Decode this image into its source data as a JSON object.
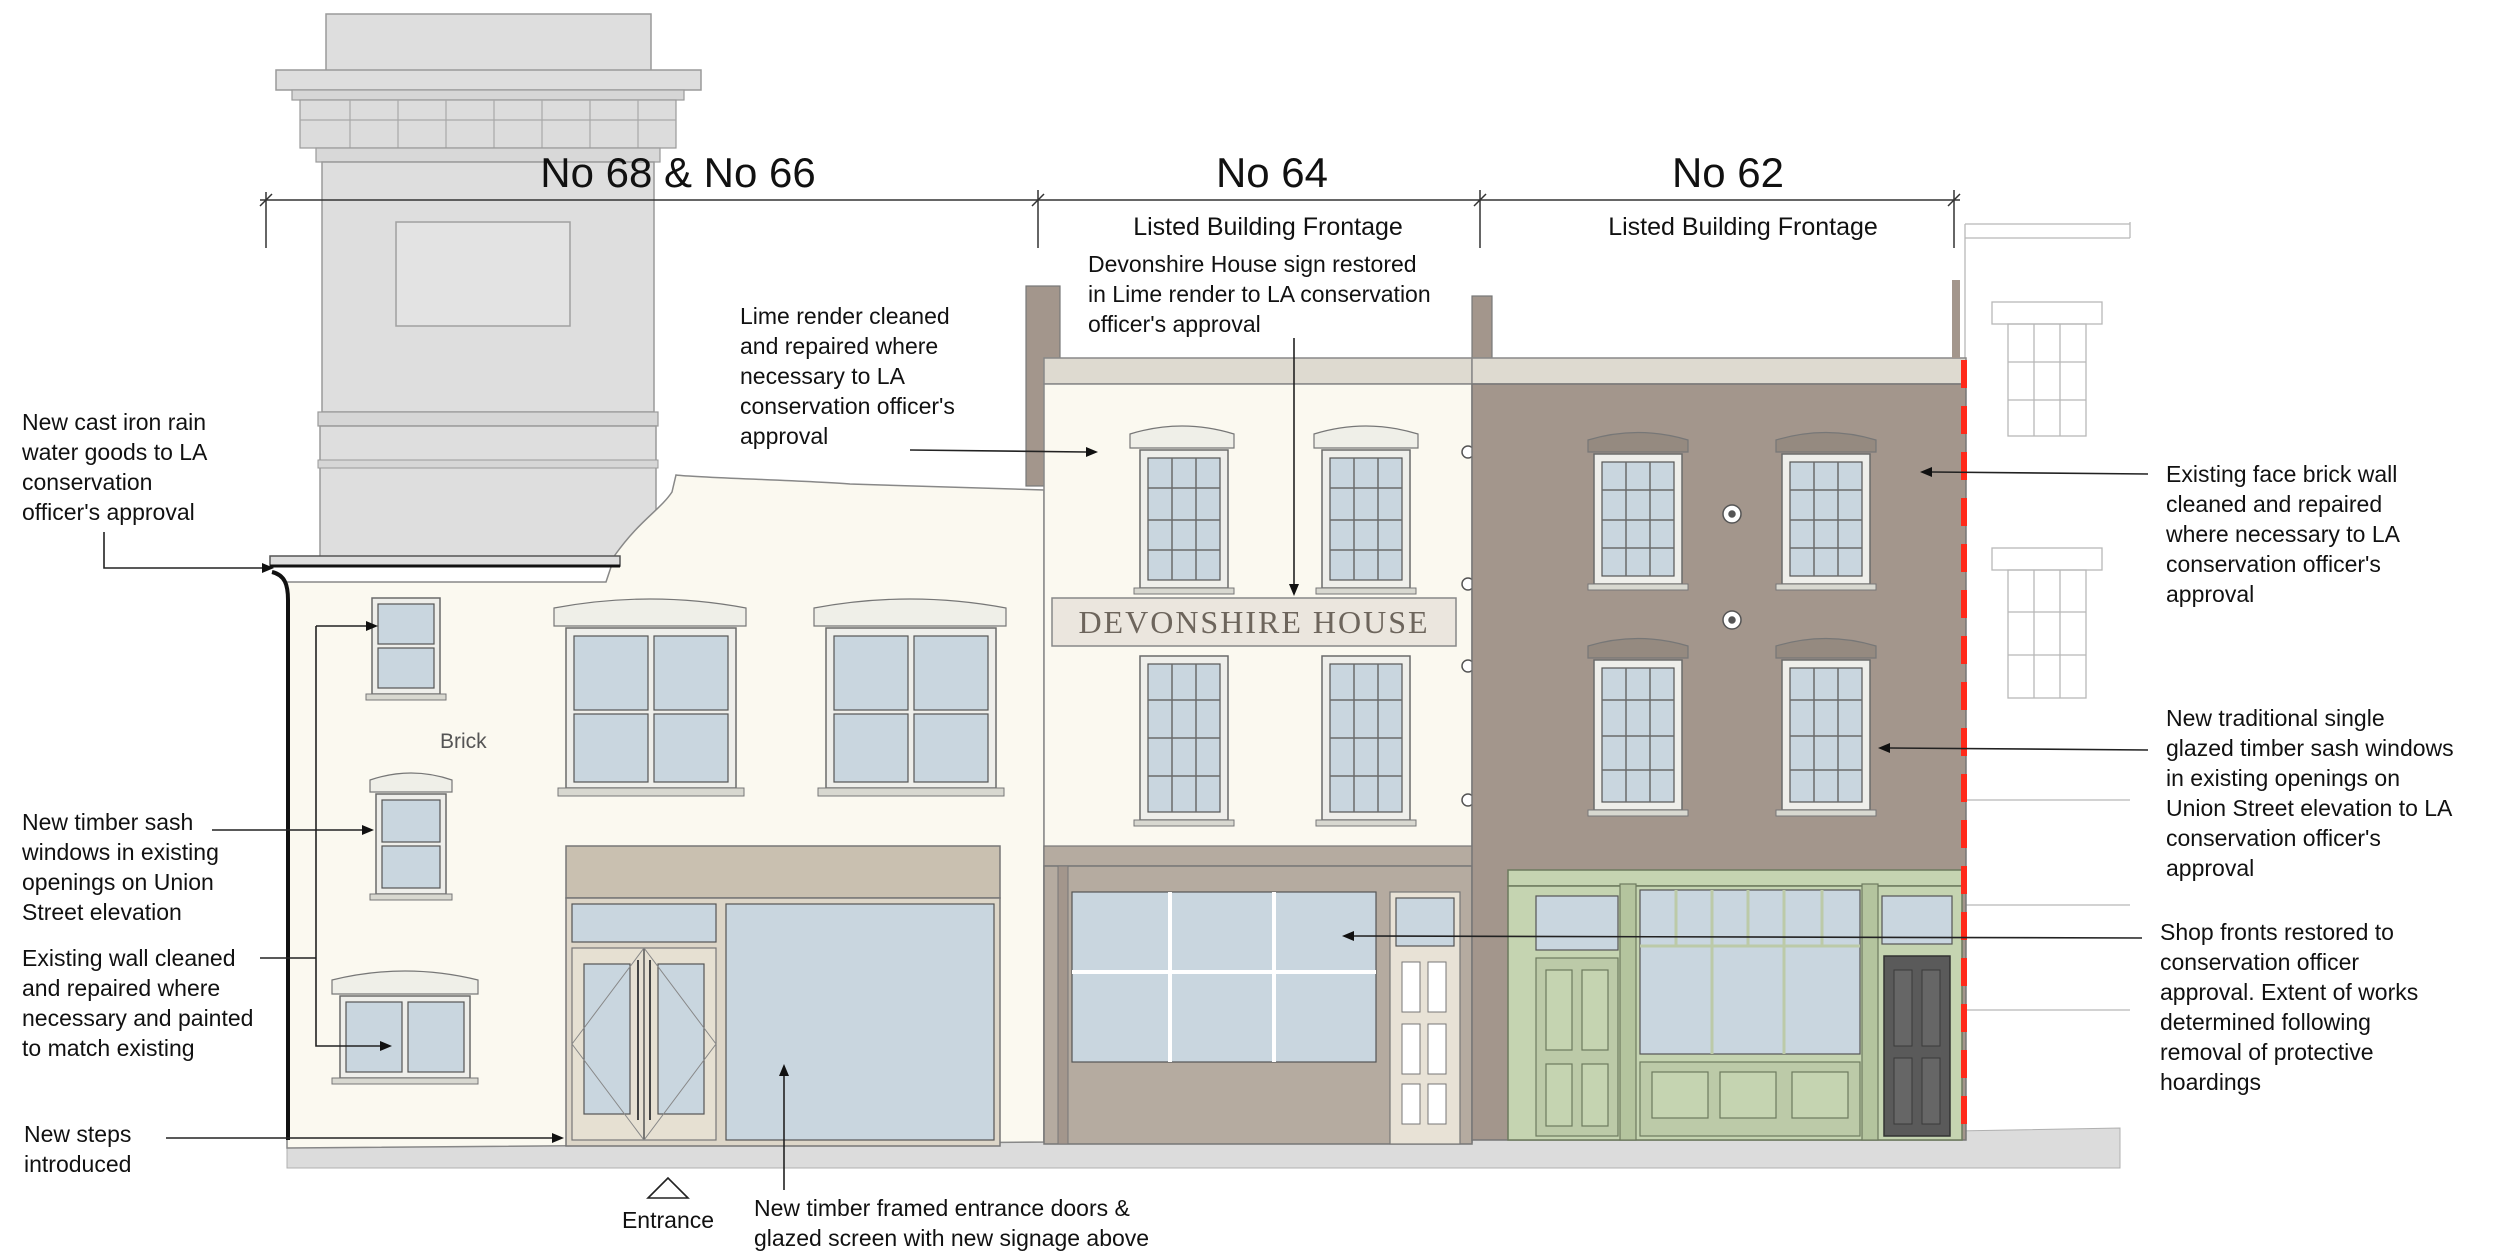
{
  "headings": {
    "no68_66": "No 68 & No 66",
    "no64": "No 64",
    "no62": "No 62",
    "no64_sub": "Listed Building Frontage",
    "no62_sub": "Listed Building Frontage"
  },
  "sign": {
    "text": "DEVONSHIRE HOUSE"
  },
  "wall_label": "Brick",
  "entrance_label": "Entrance",
  "annotations": {
    "rainwater": [
      "New cast iron rain",
      "water goods to LA",
      "conservation",
      "officer's approval"
    ],
    "sash_windows": [
      "New timber sash",
      "windows in existing",
      "openings on Union",
      "Street elevation"
    ],
    "wall_cleaned": [
      "Existing wall cleaned",
      "and repaired where",
      "necessary and painted",
      "to match existing"
    ],
    "steps": [
      "New steps",
      "introduced"
    ],
    "lime_render": [
      "Lime render cleaned",
      "and repaired where",
      "necessary to LA",
      "conservation officer's",
      "approval"
    ],
    "devonshire_sign": [
      "Devonshire House sign restored",
      "in Lime render to LA conservation",
      "officer's approval"
    ],
    "entrance_doors": [
      "New timber framed entrance doors &",
      "glazed screen with new signage above"
    ],
    "face_brick": [
      "Existing face brick wall",
      "cleaned and repaired",
      "where necessary to LA",
      "conservation officer's",
      "approval"
    ],
    "single_glazed": [
      "New traditional single",
      "glazed timber sash windows",
      "in existing openings on",
      "Union Street elevation to LA",
      "conservation officer's",
      "approval"
    ],
    "shop_fronts": [
      "Shop fronts restored to",
      "conservation officer",
      "approval. Extent of works",
      "determined following",
      "removal of protective",
      "hoardings"
    ]
  },
  "colors": {
    "render_cream": "#fbf9f0",
    "brick_brown": "#a3968c",
    "shopfront_green": "#c5d4b1",
    "tower_grey": "#dedede",
    "shopfront_beige": "#c9c0b0",
    "boundary_red": "#ff2a1a"
  }
}
